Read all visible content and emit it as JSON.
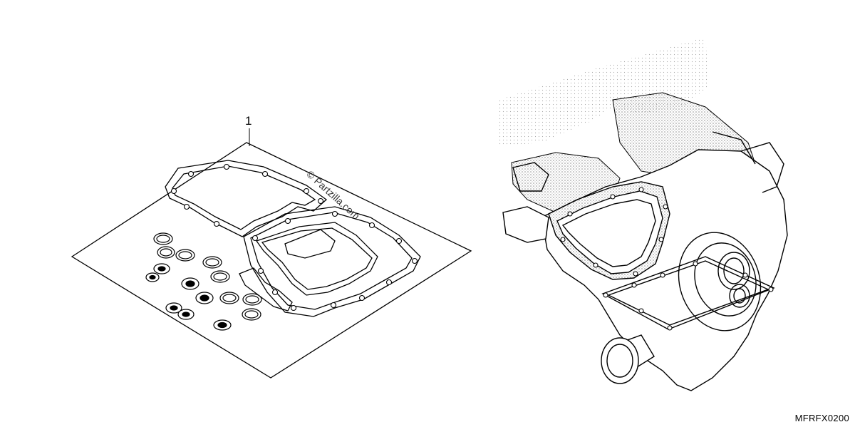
{
  "diagram": {
    "callouts": [
      {
        "label": "1"
      }
    ],
    "watermark": "© Partzilla.com",
    "code": "MFRFX0200"
  },
  "colors": {
    "line": "#000000",
    "background": "#ffffff",
    "stipple": "#9a9a9a"
  }
}
